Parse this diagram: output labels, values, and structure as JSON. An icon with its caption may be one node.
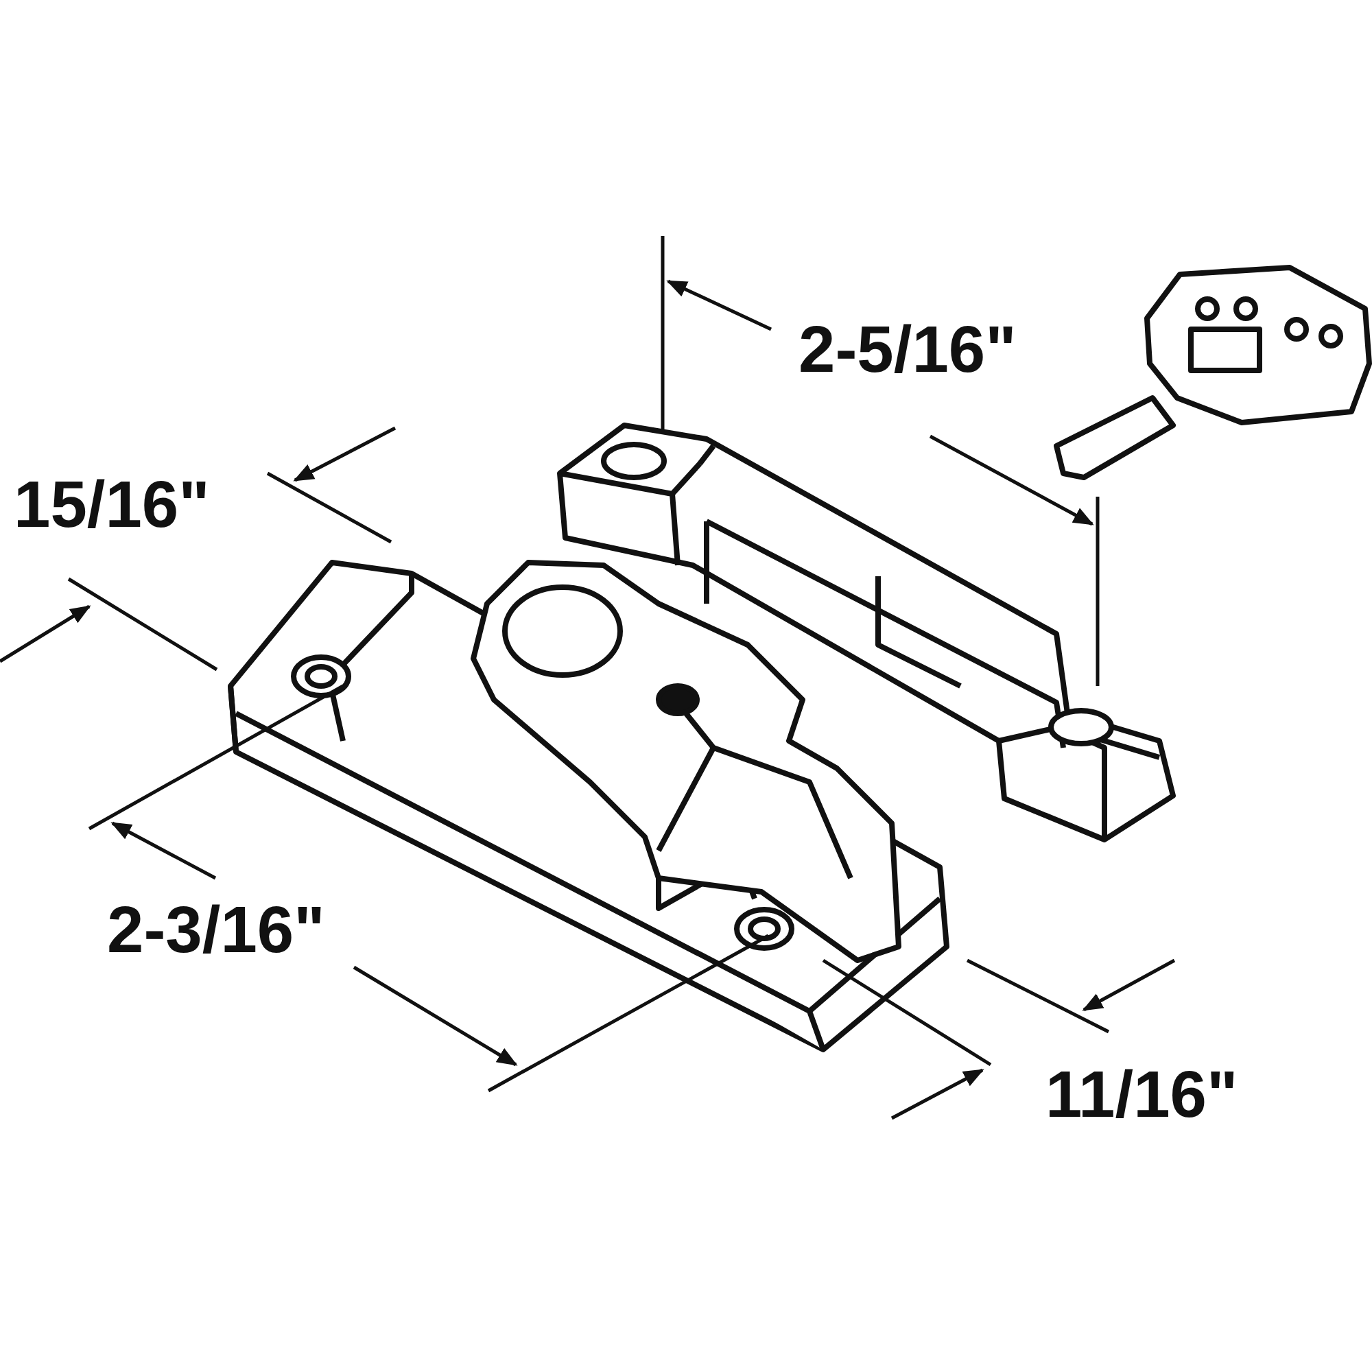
{
  "diagram": {
    "labels": [
      "15/16\"",
      "2-5/16\"",
      "2-3/16\"",
      "11/16\""
    ]
  }
}
